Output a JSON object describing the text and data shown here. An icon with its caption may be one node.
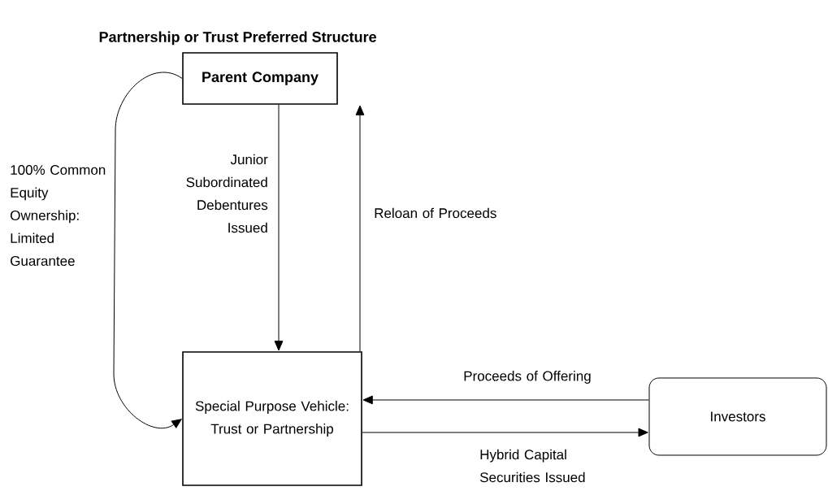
{
  "diagram": {
    "title": "Partnership or Trust Preferred Structure",
    "nodes": [
      {
        "text": [
          "Parent Company"
        ]
      },
      {
        "text": [
          "Special Purpose Vehicle: Trust or Partnership"
        ]
      },
      {
        "text": [
          "Investors"
        ]
      }
    ],
    "edges": [
      {
        "from": 0,
        "to": 1,
        "arrow": "to",
        "label": "Junior Subordinated Debentures Issued"
      },
      {
        "from": 1,
        "to": 0,
        "arrow": "to",
        "label": "Reloan of Proceeds"
      },
      {
        "from": 2,
        "to": 1,
        "arrow": "to",
        "label": "Proceeds of Offering"
      },
      {
        "from": 1,
        "to": 2,
        "arrow": "to",
        "label": "Hybrid Capital Securities Issued"
      },
      {
        "from": 0,
        "to": 1,
        "arrow": "to",
        "label": "100% Common Equity Ownership: Limited Guarantee"
      }
    ]
  }
}
